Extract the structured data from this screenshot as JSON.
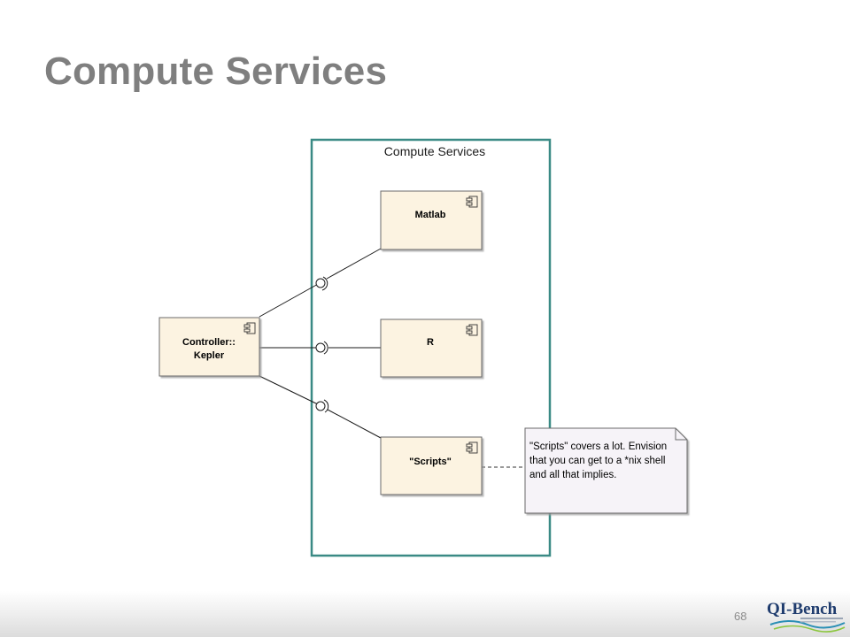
{
  "slide": {
    "title": "Compute Services",
    "page_number": "68"
  },
  "logo": {
    "text": "QI-Bench",
    "icon": "qi-bench-logo"
  },
  "diagram": {
    "boundary_label": "Compute Services",
    "components": [
      {
        "id": "controller",
        "lines": [
          "Controller::",
          "Kepler"
        ]
      },
      {
        "id": "matlab",
        "lines": [
          "Matlab"
        ]
      },
      {
        "id": "r",
        "lines": [
          "R"
        ]
      },
      {
        "id": "scripts",
        "lines": [
          "\"Scripts\""
        ]
      }
    ],
    "note": {
      "lines": [
        "\"Scripts\" covers a lot. Envision",
        "that you can get to a *nix shell",
        "and all that implies."
      ]
    },
    "colors": {
      "boundary": "#3a8a85",
      "component_fill": "#fcf3e1",
      "note_fill": "#f6f3f8"
    }
  }
}
